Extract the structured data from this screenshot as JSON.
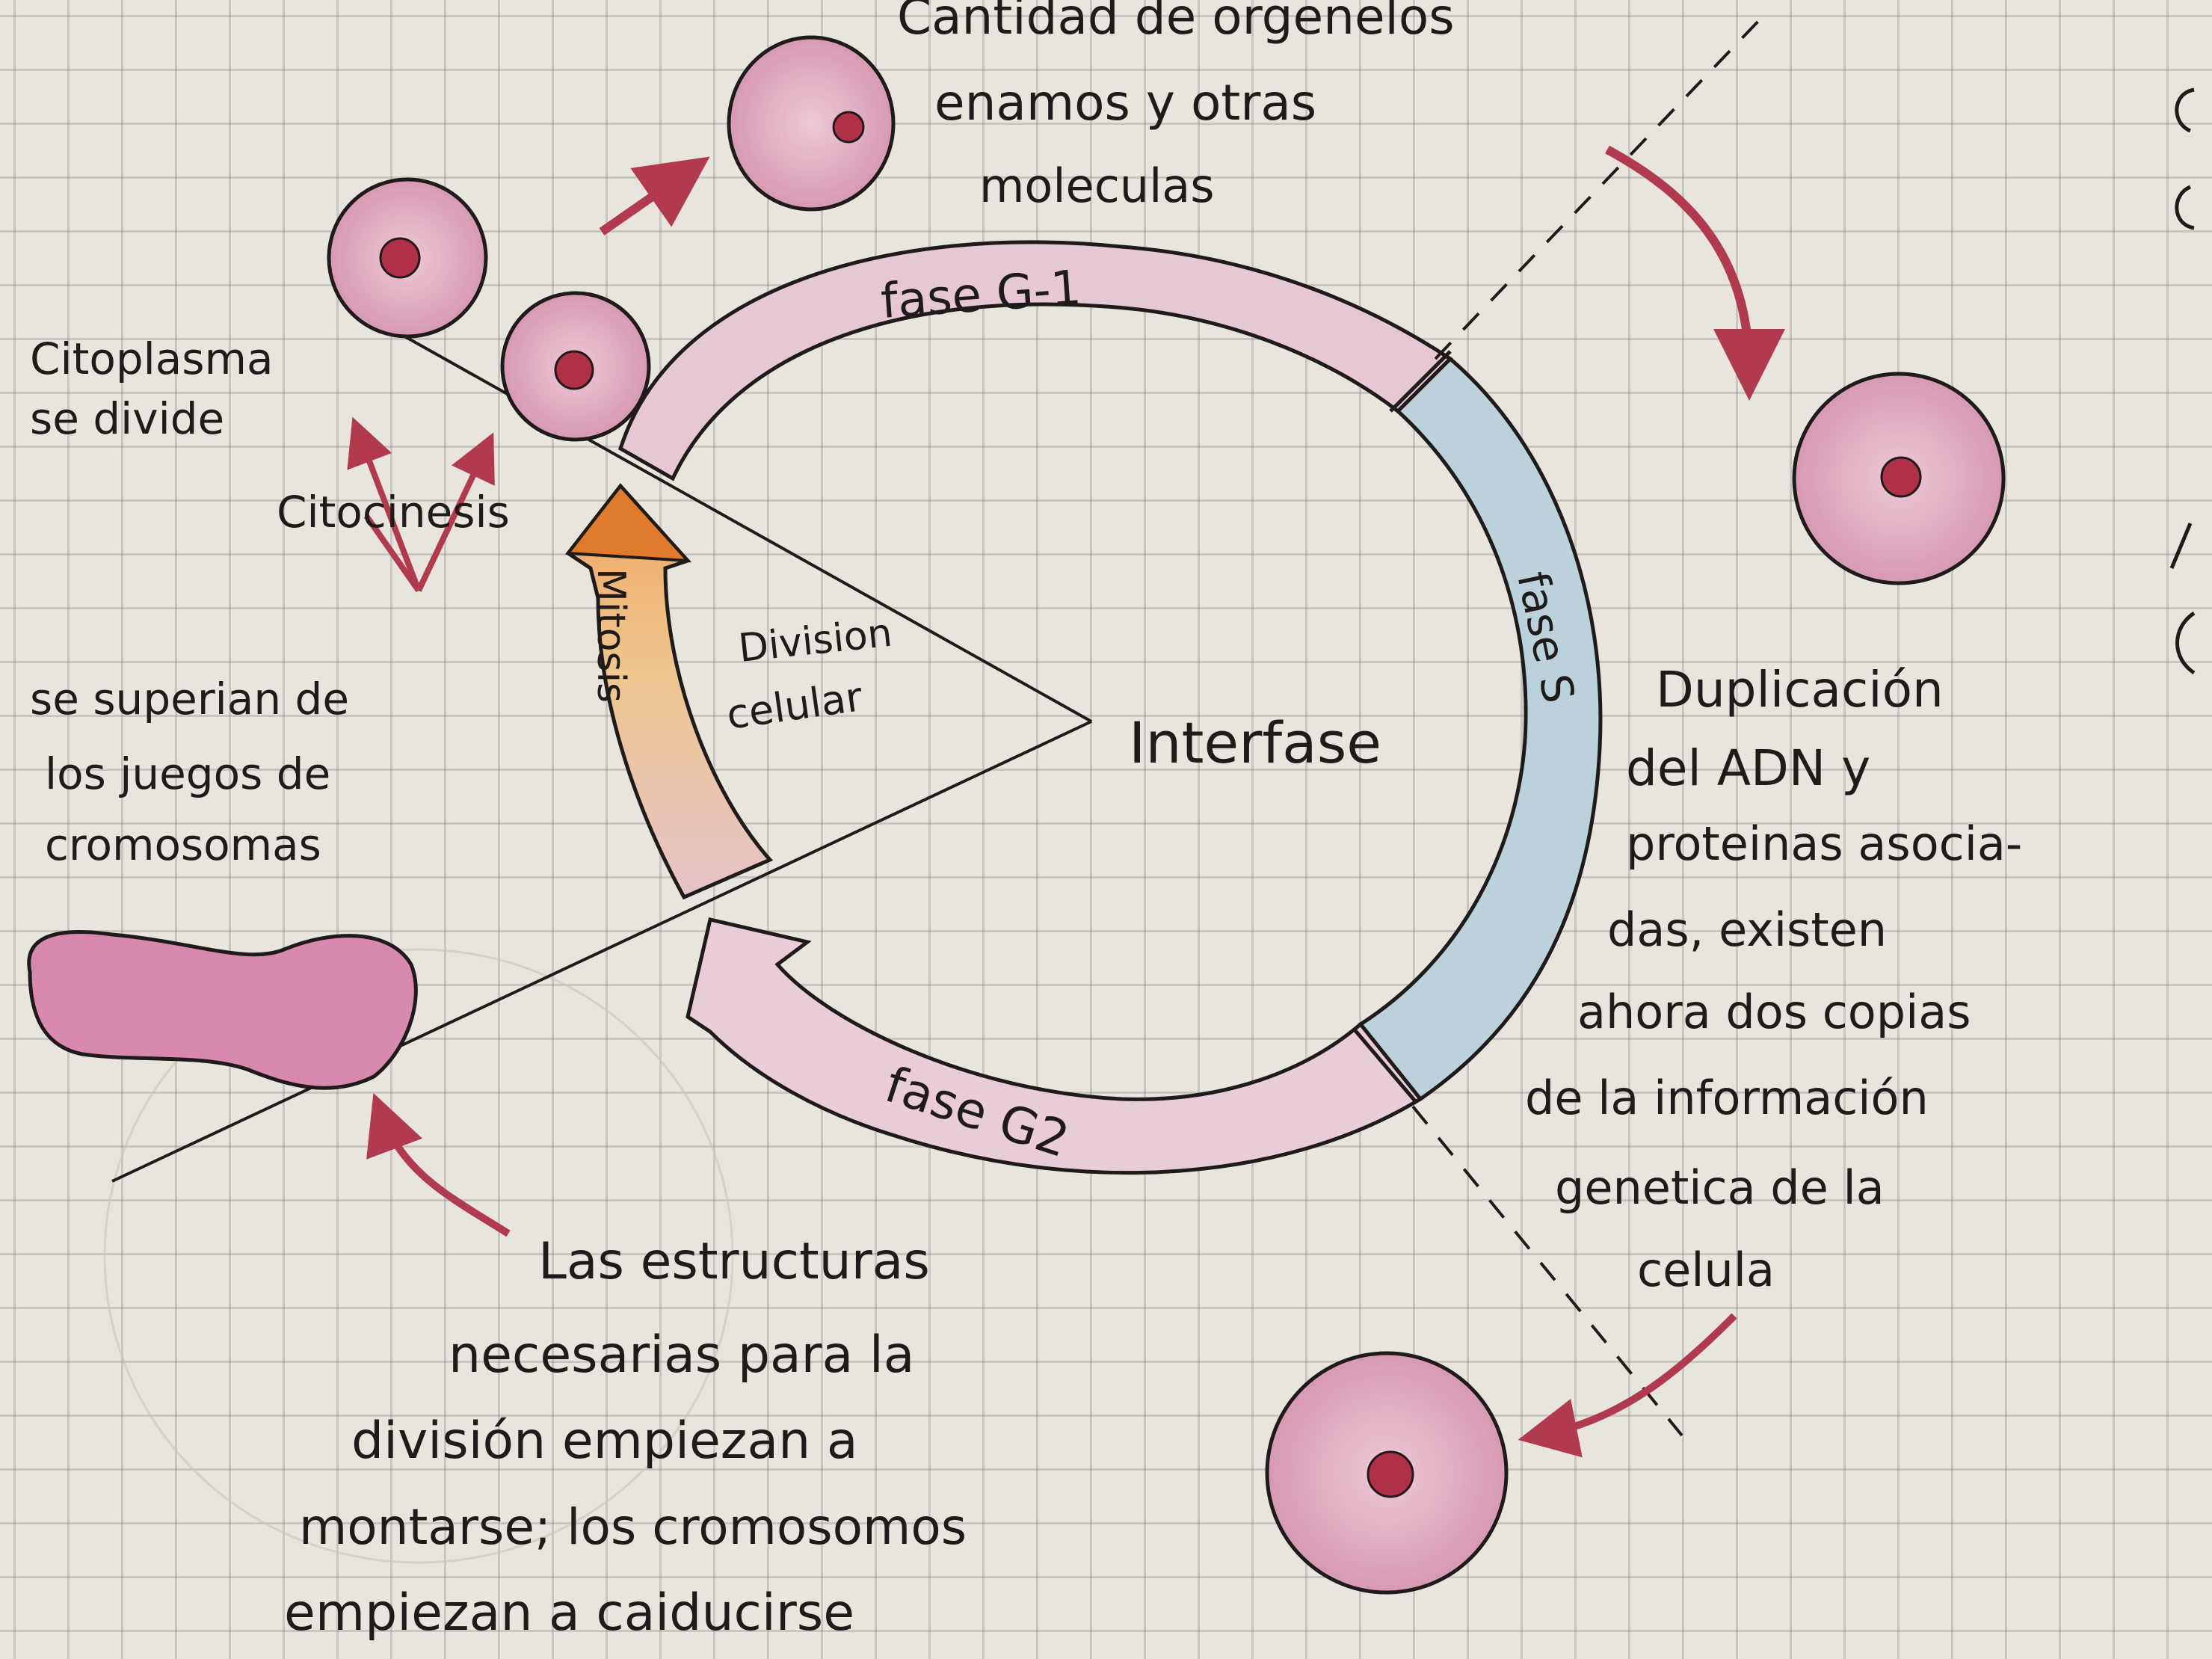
{
  "notes": {
    "top_line1": "Cantidad de orgenelos",
    "top_line2": "enamos y otras",
    "top_line3": "moleculas",
    "citoplasma_line1": "Citoplasma",
    "citoplasma_line2": "se divide",
    "citocinesis": "Citocinesis",
    "mitosis": "Mitosis",
    "division_line1": "Division",
    "division_line2": "celular",
    "interfase": "Interfase",
    "fase_g1": "fase G-1",
    "fase_s": "fase S",
    "fase_g2": "fase G2",
    "cromosomas_line1": "se superian de",
    "cromosomas_line2": "los juegos de",
    "cromosomas_line3": "cromosomas",
    "adn_line1": "Duplicación",
    "adn_line2": "del ADN y",
    "adn_line3": "proteinas asocia-",
    "adn_line4": "das, existen",
    "adn_line5": "ahora dos copias",
    "adn_line6": "de la información",
    "adn_line7": "genetica de la",
    "adn_line8": "celula",
    "estructuras_line1": "Las estructuras",
    "estructuras_line2": "necesarias para la",
    "estructuras_line3": "división empiezan a",
    "estructuras_line4": "montarse; los cromosomos",
    "estructuras_line5": "empiezan a caiducirse"
  },
  "colors": {
    "ink": "#1f1b1b",
    "cell_fill": "#d9a9bd",
    "nucleus": "#b03048",
    "arrow_red": "#b23a4e",
    "g1_band": "#e3c6d2",
    "s_band": "#b9cfd8",
    "g2_band": "#e6cad5",
    "mitosis_band": "#e9b88a",
    "mitosis_head": "#e07a2c"
  }
}
